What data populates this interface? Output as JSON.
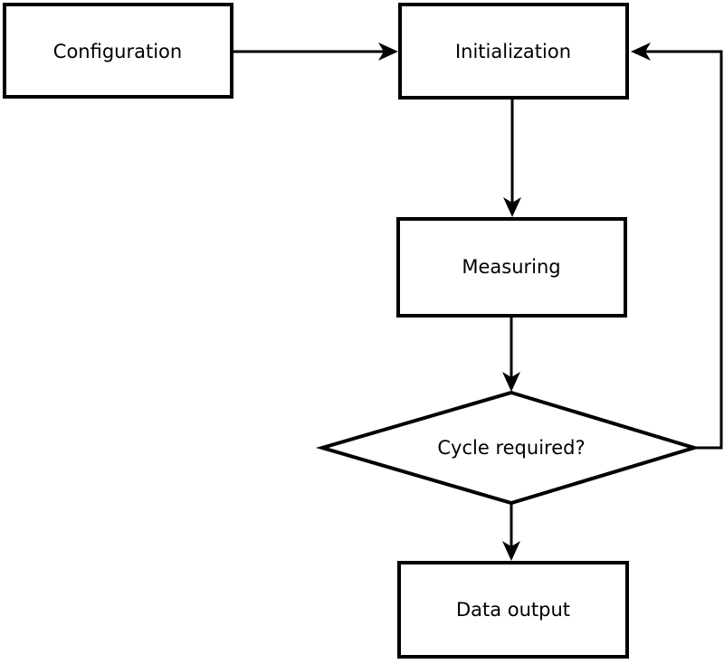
{
  "diagram": {
    "type": "flowchart",
    "background_color": "#ffffff",
    "stroke_color": "#000000",
    "node_fill_color": "#ffffff",
    "text_color": "#000000",
    "nodes": [
      {
        "id": "configuration",
        "shape": "rectangle",
        "label": "Configuration"
      },
      {
        "id": "initialization",
        "shape": "rectangle",
        "label": "Initialization"
      },
      {
        "id": "measuring",
        "shape": "rectangle",
        "label": "Measuring"
      },
      {
        "id": "cycle-required",
        "shape": "diamond",
        "label": "Cycle required?"
      },
      {
        "id": "data-output",
        "shape": "rectangle",
        "label": "Data output"
      }
    ],
    "edges": [
      {
        "from": "configuration",
        "to": "initialization",
        "route": "right"
      },
      {
        "from": "initialization",
        "to": "measuring",
        "route": "down"
      },
      {
        "from": "measuring",
        "to": "cycle-required",
        "route": "down"
      },
      {
        "from": "cycle-required",
        "to": "data-output",
        "route": "down"
      },
      {
        "from": "cycle-required",
        "to": "initialization",
        "route": "right-up-loop"
      }
    ],
    "labels": {
      "configuration": "Configuration",
      "initialization": "Initialization",
      "measuring": "Measuring",
      "cycle_required": "Cycle required?",
      "data_output": "Data output"
    }
  }
}
